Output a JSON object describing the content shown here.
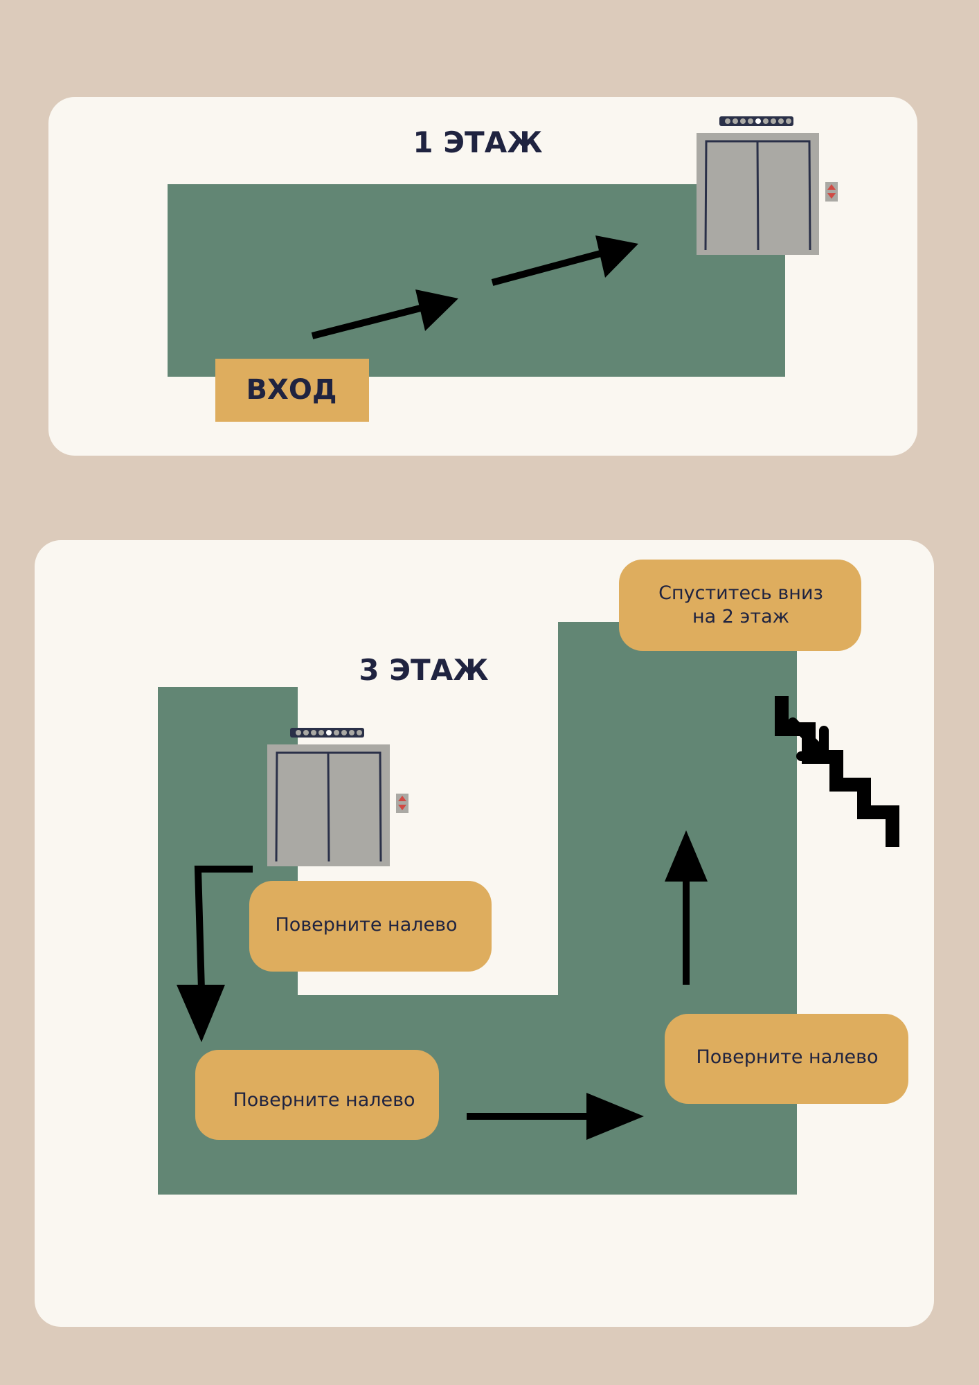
{
  "colors": {
    "background": "#dccbbb",
    "card": "#faf7f1",
    "floor": "#628674",
    "label": "#dead5e",
    "text": "#1f2340",
    "elevator": "#aaa9a4",
    "call_button": "#d04a44"
  },
  "floor1": {
    "title": "1  ЭТАЖ",
    "entrance": "ВХОД"
  },
  "floor3": {
    "title": "3  ЭТАЖ",
    "go_down_line1": "Спуститесь вниз",
    "go_down_line2": "на 2 этаж",
    "turn_left_1": "Поверните налево",
    "turn_left_2": "Поверните налево",
    "turn_left_3": "Поверните налево"
  }
}
